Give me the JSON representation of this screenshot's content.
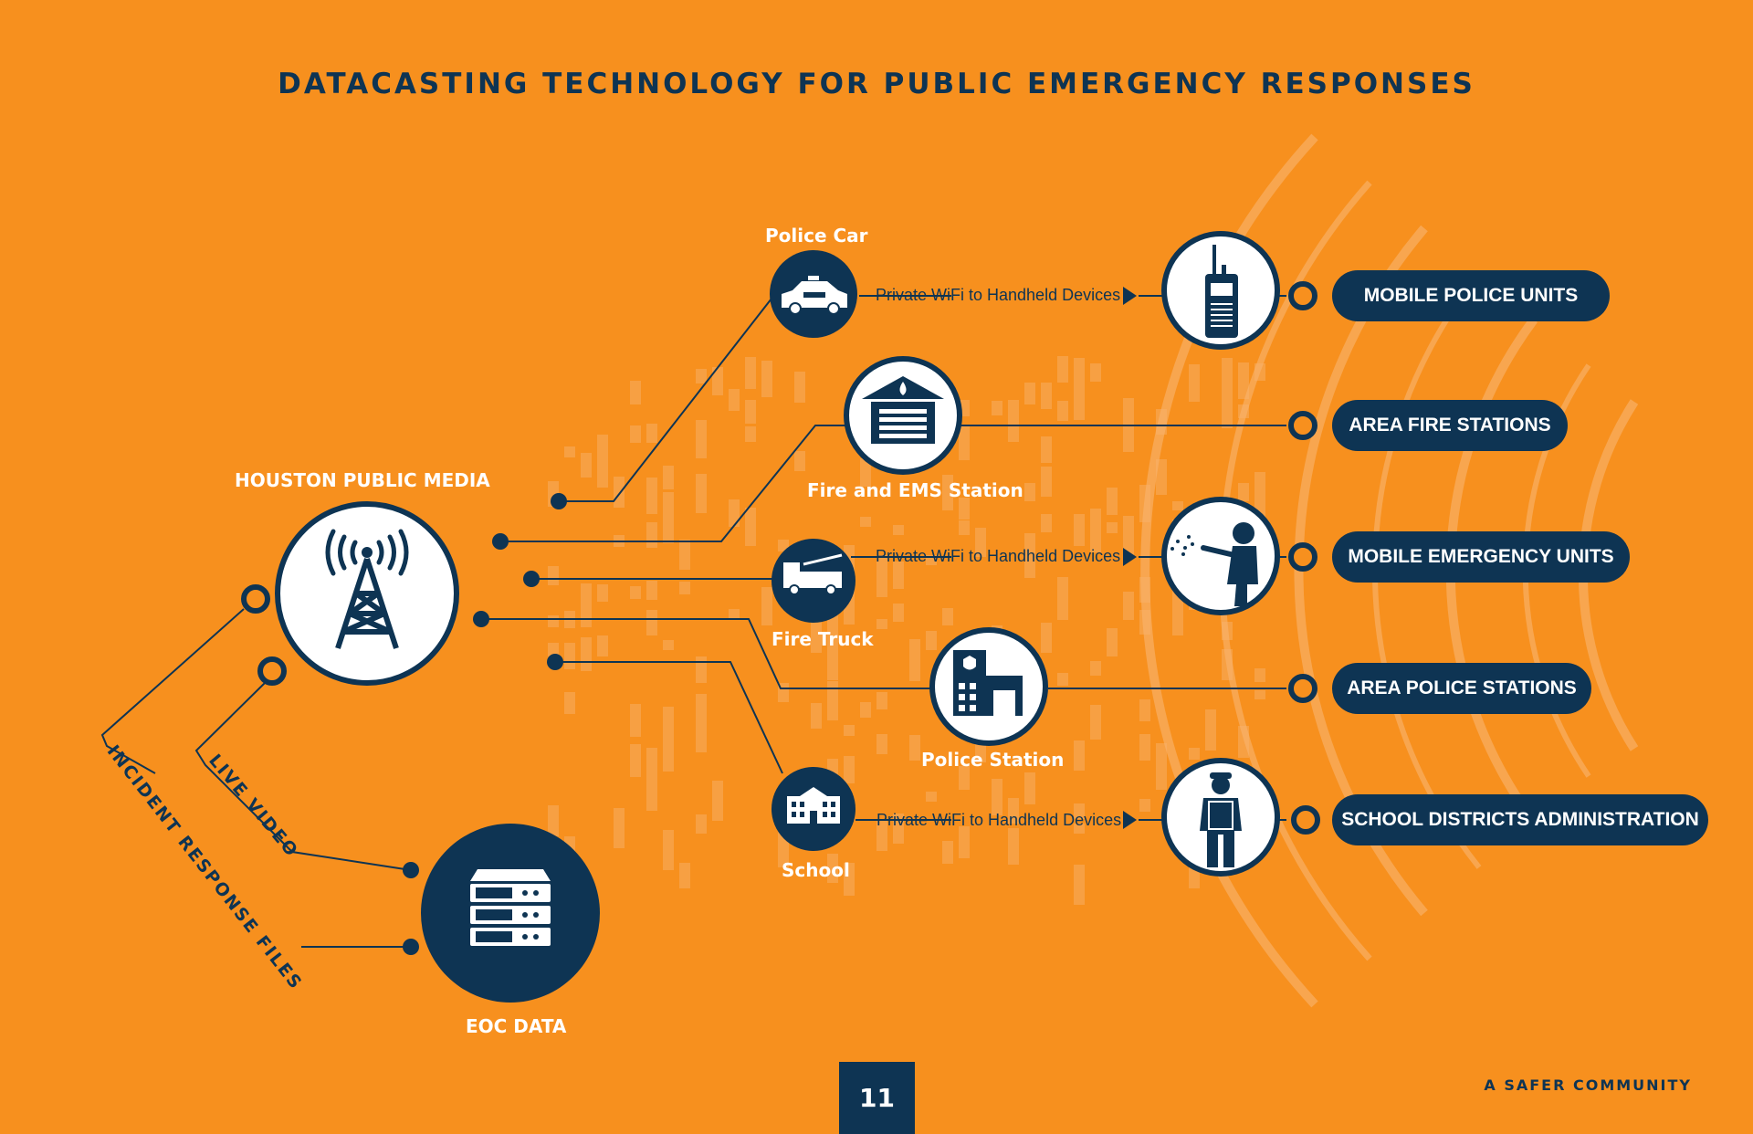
{
  "title": "DATACASTING TECHNOLOGY FOR PUBLIC EMERGENCY RESPONSES",
  "colors": {
    "background": "#F7901E",
    "navy": "#0E3453",
    "white": "#FFFFFF"
  },
  "source": {
    "label": "HOUSTON PUBLIC MEDIA",
    "icon": "broadcast-tower-icon"
  },
  "eoc": {
    "label": "EOC DATA",
    "icon": "server-rack-icon"
  },
  "feeds": {
    "live_video": "LIVE VIDEO",
    "incident_files": "INCIDENT RESPONSE FILES"
  },
  "nodes": {
    "police_car": {
      "label": "Police Car",
      "icon": "police-car-icon"
    },
    "fire_station": {
      "label": "Fire and EMS Station",
      "icon": "fire-station-icon"
    },
    "fire_truck": {
      "label": "Fire Truck",
      "icon": "fire-truck-icon"
    },
    "police_station": {
      "label": "Police Station",
      "icon": "police-station-icon"
    },
    "school": {
      "label": "School",
      "icon": "school-building-icon"
    }
  },
  "wifi_label": "Private WiFi to Handheld Devices",
  "devices": {
    "radio": "handheld-radio-icon",
    "firefighter": "firefighter-hose-icon",
    "guard": "safety-officer-icon"
  },
  "destinations": {
    "mobile_police": "MOBILE POLICE UNITS",
    "area_fire": "AREA FIRE STATIONS",
    "mobile_emergency": "MOBILE EMERGENCY UNITS",
    "area_police": "AREA POLICE STATIONS",
    "school_admin": "SCHOOL DISTRICTS ADMINISTRATION"
  },
  "page_number": "11",
  "footer": "A SAFER COMMUNITY"
}
